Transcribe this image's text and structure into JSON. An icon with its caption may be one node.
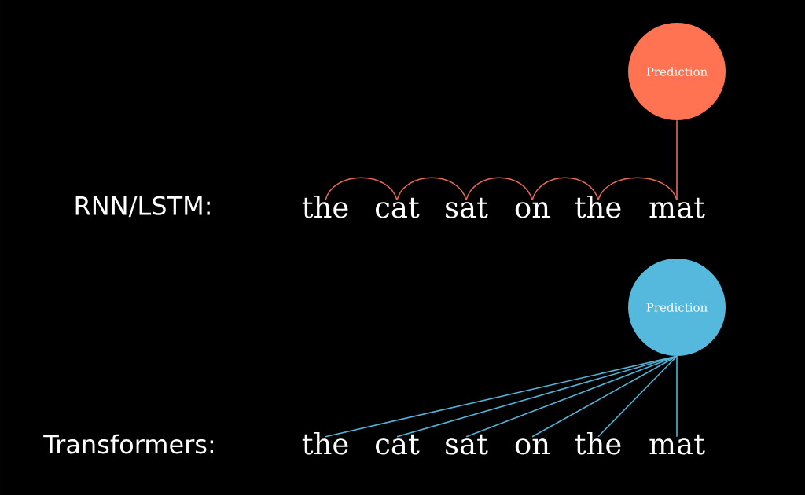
{
  "diagram": {
    "nodes": [
      {
        "text": [
          "Prediction"
        ]
      },
      {
        "text": [
          "the"
        ]
      },
      {
        "text": [
          "cat"
        ]
      },
      {
        "text": [
          "sat"
        ]
      },
      {
        "text": [
          "on"
        ]
      },
      {
        "text": [
          "the"
        ]
      },
      {
        "text": [
          "mat"
        ]
      },
      {
        "text": [
          "Prediction"
        ]
      },
      {
        "text": [
          "the"
        ]
      },
      {
        "text": [
          "cat"
        ]
      },
      {
        "text": [
          "sat"
        ]
      },
      {
        "text": [
          "on"
        ]
      },
      {
        "text": [
          "the"
        ]
      },
      {
        "text": [
          "mat"
        ]
      }
    ],
    "edges": [
      {
        "from": 1,
        "to": 2,
        "arrow": "none",
        "color": "#e8675a"
      },
      {
        "from": 2,
        "to": 3,
        "arrow": "none",
        "color": "#e8675a"
      },
      {
        "from": 3,
        "to": 4,
        "arrow": "none",
        "color": "#e8675a"
      },
      {
        "from": 4,
        "to": 5,
        "arrow": "none",
        "color": "#e8675a"
      },
      {
        "from": 5,
        "to": 6,
        "arrow": "none",
        "color": "#e8675a"
      },
      {
        "from": 6,
        "to": 0,
        "arrow": "none",
        "color": "#e8675a"
      },
      {
        "from": 8,
        "to": 7,
        "arrow": "none",
        "color": "#52b4d8"
      },
      {
        "from": 9,
        "to": 7,
        "arrow": "none",
        "color": "#52b4d8"
      },
      {
        "from": 10,
        "to": 7,
        "arrow": "none",
        "color": "#52b4d8"
      },
      {
        "from": 11,
        "to": 7,
        "arrow": "none",
        "color": "#52b4d8"
      },
      {
        "from": 12,
        "to": 7,
        "arrow": "none",
        "color": "#52b4d8"
      },
      {
        "from": 13,
        "to": 7,
        "arrow": "none",
        "color": "#52b4d8"
      }
    ],
    "labels": [
      "RNN/LSTM:",
      "Transformers:"
    ]
  }
}
